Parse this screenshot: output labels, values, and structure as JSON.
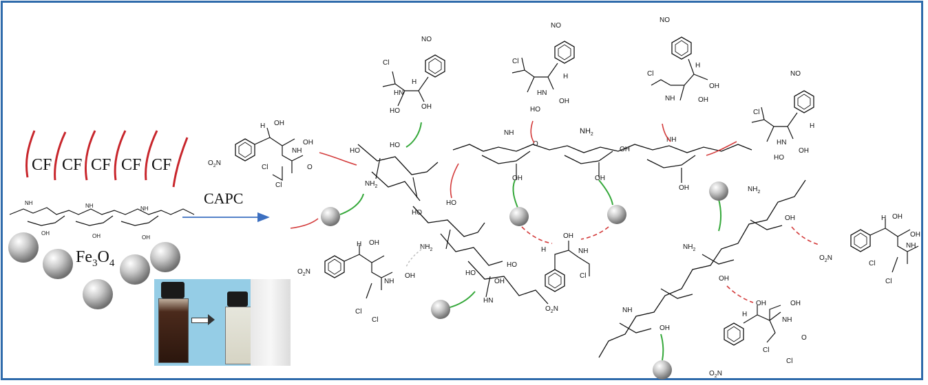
{
  "cf_label": "CF",
  "cf_count": 5,
  "fe3o4": {
    "base": "Fe",
    "sub1": "3",
    "mid": "O",
    "sub2": "4"
  },
  "reagent_label": "CAPC",
  "groups": {
    "oh": "OH",
    "ho": "HO",
    "h": "H",
    "hn": "HN",
    "nh": "NH",
    "nh2": "NH",
    "two": "2",
    "o2n": "O",
    "no2": "NO",
    "n": "N",
    "cl": "Cl",
    "o": "O"
  },
  "colors": {
    "frame": "#2f6bab",
    "cf_stroke": "#c8262c",
    "arrow": "#3c6fc0",
    "green_link": "#35a83a",
    "red_link": "#d33a3a",
    "sphere": "#9a9a9a"
  },
  "photo": {
    "arrow_icon": "right-arrow-icon"
  }
}
